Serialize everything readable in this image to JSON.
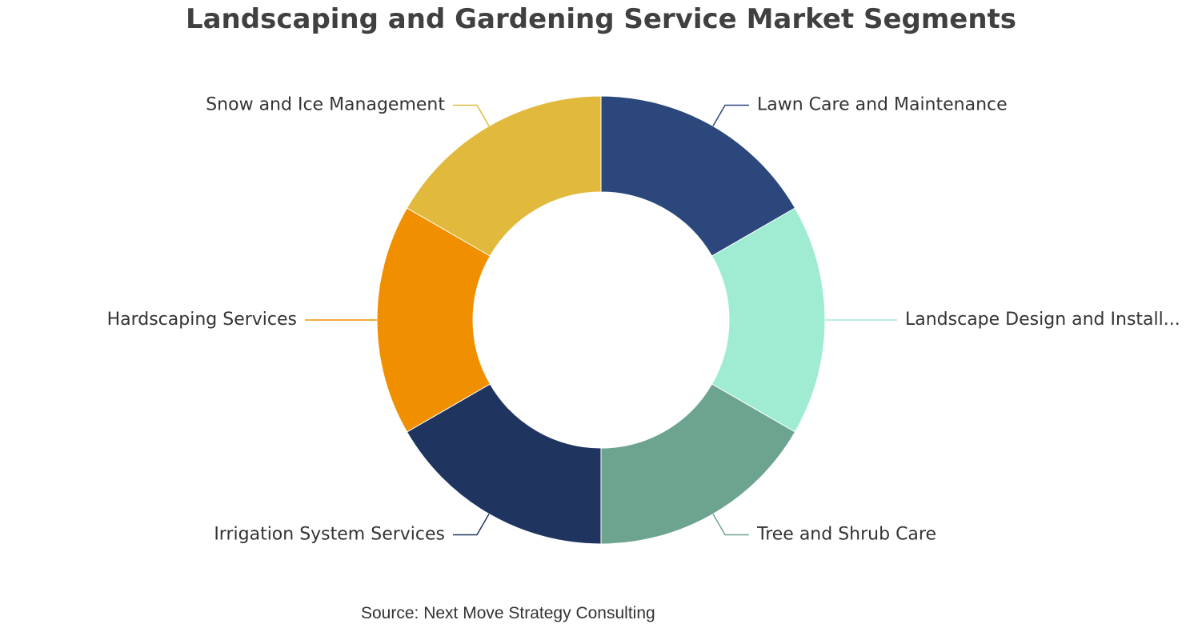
{
  "chart_data": {
    "type": "pie",
    "variant": "donut",
    "title": "Landscaping and Gardening Service Market Segments",
    "slices": [
      {
        "label": "Lawn Care and Maintenance",
        "value": 1,
        "color": "#2b477c"
      },
      {
        "label": "Landscape Design and Install...",
        "value": 1,
        "color": "#a0ecd2"
      },
      {
        "label": "Tree and Shrub Care",
        "value": 1,
        "color": "#6da48f"
      },
      {
        "label": "Irrigation System Services",
        "value": 1,
        "color": "#1f3560"
      },
      {
        "label": "Hardscaping Services",
        "value": 1,
        "color": "#f09000"
      },
      {
        "label": "Snow and Ice Management",
        "value": 1,
        "color": "#e1b93c"
      }
    ],
    "legend": "none"
  },
  "source": "Source: Next Move Strategy Consulting"
}
